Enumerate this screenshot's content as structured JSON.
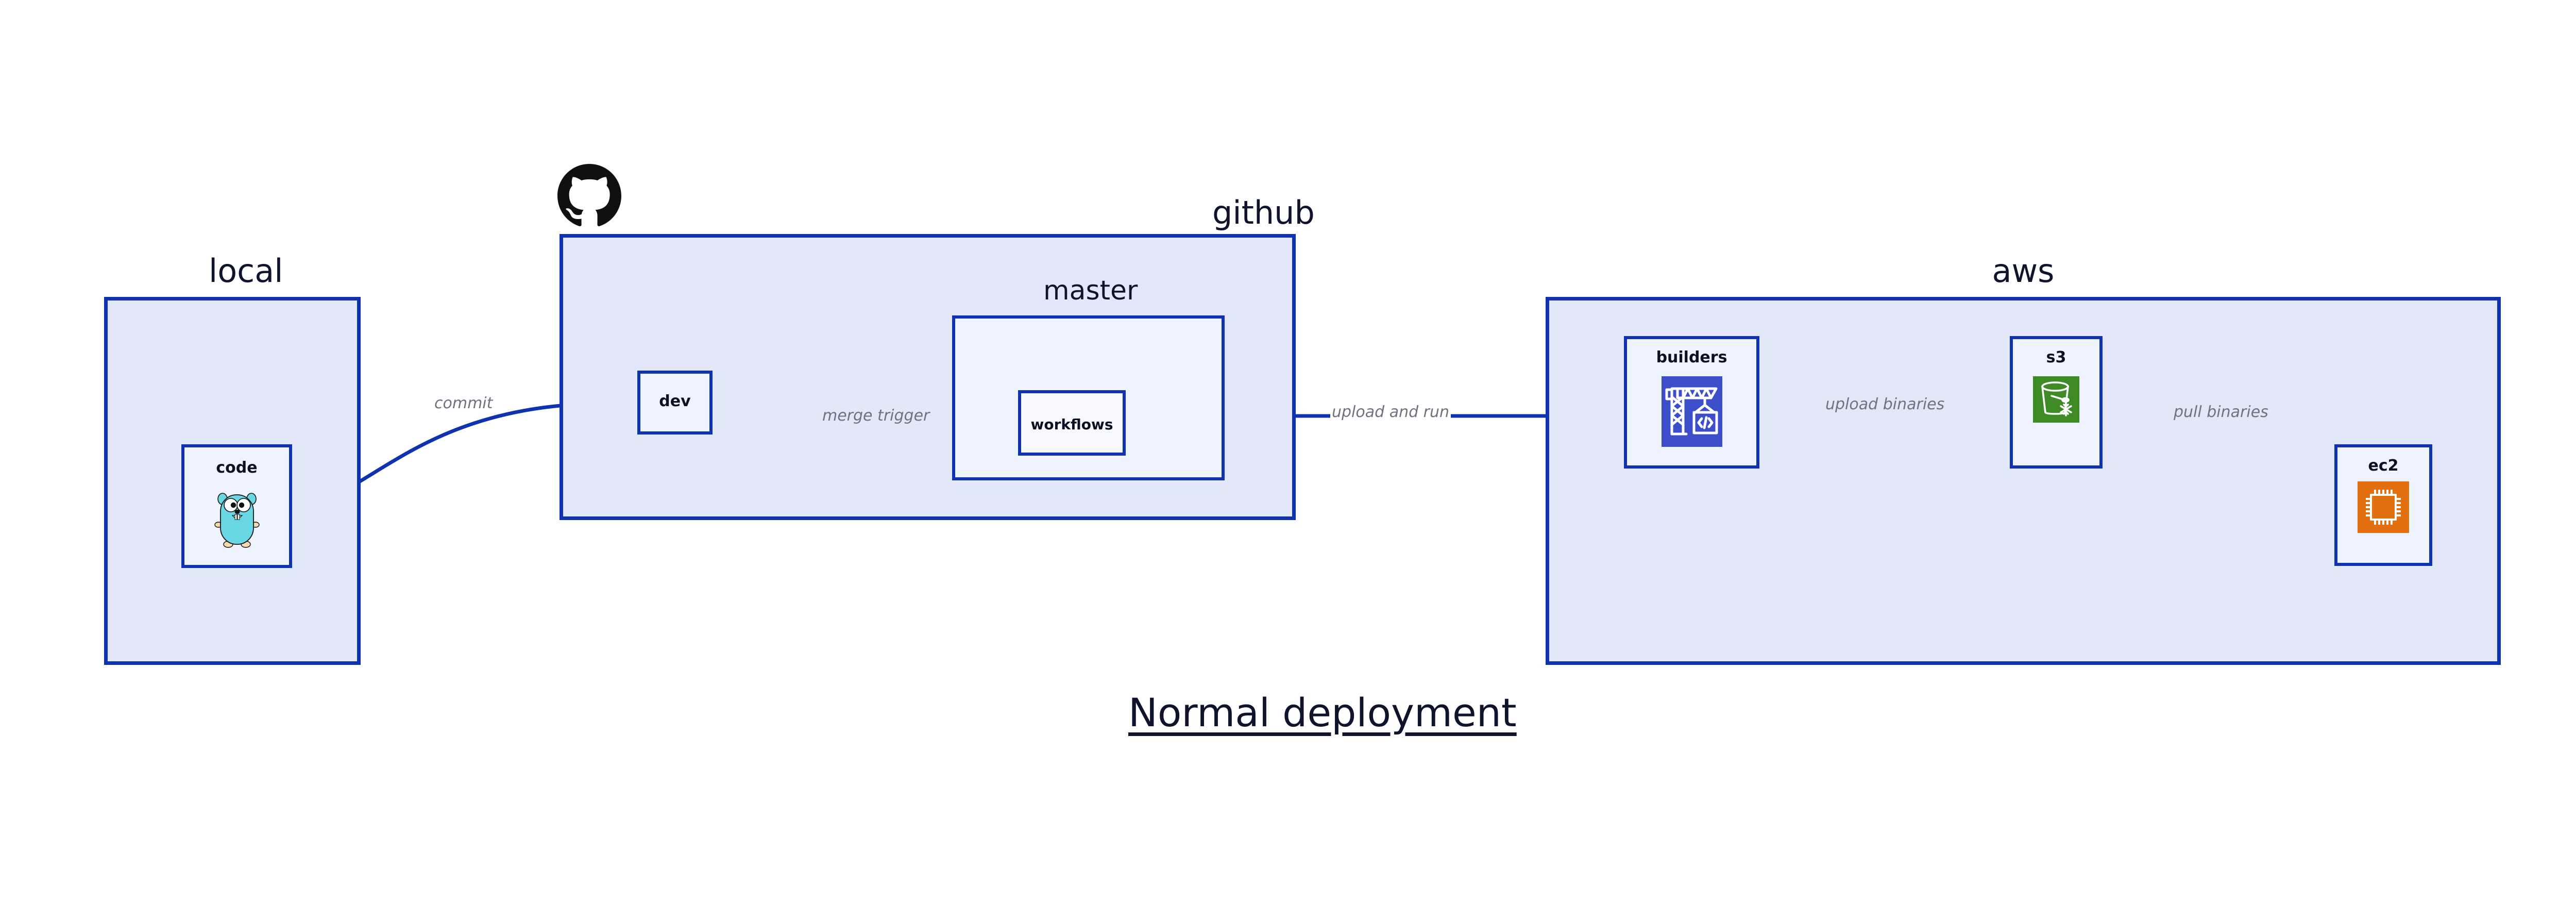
{
  "diagram": {
    "title": "Normal deployment",
    "groups": [
      {
        "id": "local",
        "label": "local"
      },
      {
        "id": "github",
        "label": "github"
      },
      {
        "id": "aws",
        "label": "aws"
      }
    ],
    "nodes": [
      {
        "id": "code",
        "label": "code",
        "icon": "go-gopher-icon"
      },
      {
        "id": "dev",
        "label": "dev",
        "icon": "none"
      },
      {
        "id": "master",
        "label": "master",
        "icon": "none"
      },
      {
        "id": "workflows",
        "label": "workflows",
        "icon": "none"
      },
      {
        "id": "builders",
        "label": "builders",
        "icon": "aws-crane-builder-icon"
      },
      {
        "id": "s3",
        "label": "s3",
        "icon": "aws-s3-bucket-icon"
      },
      {
        "id": "ec2",
        "label": "ec2",
        "icon": "aws-ec2-chip-icon"
      }
    ],
    "edges": [
      {
        "id": "code-to-dev",
        "label": "commit",
        "from": "code",
        "to": "dev"
      },
      {
        "id": "dev-to-workflows",
        "label": "merge trigger",
        "from": "dev",
        "to": "workflows"
      },
      {
        "id": "workflows-to-builders",
        "label": "upload and run",
        "from": "workflows",
        "to": "builders"
      },
      {
        "id": "builders-to-s3",
        "label": "upload binaries",
        "from": "builders",
        "to": "s3"
      },
      {
        "id": "s3-to-ec2",
        "label": "pull binaries",
        "from": "s3",
        "to": "ec2"
      }
    ],
    "icons": {
      "github_logo": "github-octocat-icon"
    },
    "colors": {
      "border": "#0f33b0",
      "group_fill": "#e2e7fa",
      "node_fill": "#eaeffc",
      "node_fill_white": "#f7f9fe",
      "label_text": "#10132c",
      "edge_label_text": "#6f7380",
      "builders_icon_bg": "#3d4ecb",
      "s3_icon_bg": "#3e8a25",
      "ec2_icon_bg": "#e2700e",
      "gopher_body": "#6ad7e5",
      "page_bg": "#ffffff"
    }
  }
}
